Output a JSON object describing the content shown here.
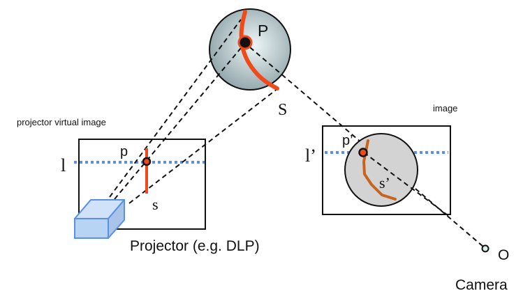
{
  "labels": {
    "projector_virtual_image": "projector virtual image",
    "image": "image",
    "projector": "Projector (e.g. DLP)",
    "camera": "Camera",
    "point_P": "P",
    "surface_S": "S",
    "point_p": "p",
    "line_l": "l",
    "stripe_s": "s",
    "point_p_prime": "p’",
    "line_l_prime": "l’",
    "stripe_s_prime": "s’",
    "camera_center_O": "O"
  },
  "colors": {
    "stripe_red": "#f04a1a",
    "stripe_brown": "#c8641e",
    "epipolar_blue": "#5b8ee6",
    "projector_fill": "#b8d4f5",
    "projector_stroke": "#5b8ee6",
    "sphere_light": "#e6f0f2",
    "sphere_dark": "#8a9ea4",
    "image_disc": "#d3d3d3",
    "camera_dot": "#d8eeea"
  }
}
